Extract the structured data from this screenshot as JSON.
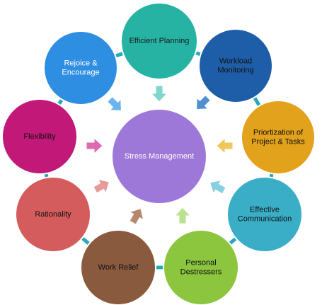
{
  "diagram": {
    "center": {
      "label": "Stress Management",
      "color": "#9e78d8",
      "text_color": "#ffffff"
    },
    "ring_color": "#27a8b8",
    "nodes": [
      {
        "key": "efficient-planning",
        "lines": [
          "Efficient Planning"
        ],
        "color": "#26b3a4",
        "text_color": "#1a1a1a"
      },
      {
        "key": "workload-monitoring",
        "lines": [
          "Workload",
          "Monitoring"
        ],
        "color": "#1e5ea8",
        "text_color": "#111111"
      },
      {
        "key": "priortization",
        "lines": [
          "Priortization of",
          "Project & Tasks"
        ],
        "color": "#e2a21c",
        "text_color": "#111111"
      },
      {
        "key": "effective-communication",
        "lines": [
          "Effective",
          "Communication"
        ],
        "color": "#3aaec6",
        "text_color": "#111111"
      },
      {
        "key": "personal-destressers",
        "lines": [
          "Personal",
          "Destressers"
        ],
        "color": "#8cc63f",
        "text_color": "#111111"
      },
      {
        "key": "work-relief",
        "lines": [
          "Work Relief"
        ],
        "color": "#8a5a3e",
        "text_color": "#111111"
      },
      {
        "key": "rationality",
        "lines": [
          "Rationality"
        ],
        "color": "#d45c5c",
        "text_color": "#111111"
      },
      {
        "key": "flexibility",
        "lines": [
          "Flexibility"
        ],
        "color": "#c21878",
        "text_color": "#111111"
      },
      {
        "key": "rejoice-encourage",
        "lines": [
          "Rejoice &",
          "Encourage"
        ],
        "color": "#2e8ee2",
        "text_color": "#ffffff"
      }
    ],
    "arrows": [
      {
        "key": "efficient-planning",
        "color": "#7fd6cd"
      },
      {
        "key": "workload-monitoring",
        "color": "#4f8fd0"
      },
      {
        "key": "priortization",
        "color": "#f0c75a"
      },
      {
        "key": "effective-communication",
        "color": "#86d0e0"
      },
      {
        "key": "personal-destressers",
        "color": "#bde08f"
      },
      {
        "key": "work-relief",
        "color": "#b58a6c"
      },
      {
        "key": "rationality",
        "color": "#e89a9a"
      },
      {
        "key": "flexibility",
        "color": "#e06ab0"
      },
      {
        "key": "rejoice-encourage",
        "color": "#6ab4f0"
      }
    ]
  }
}
